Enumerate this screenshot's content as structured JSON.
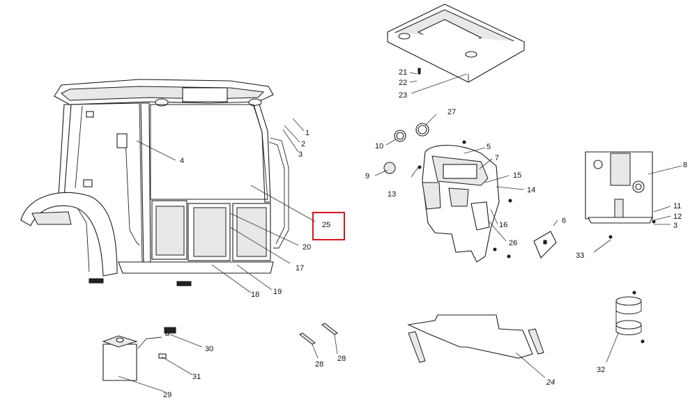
{
  "diagram": {
    "highlight_color": "#d9141c",
    "highlighted_callout": "25",
    "callouts": [
      "1",
      "2",
      "3",
      "4",
      "5",
      "6",
      "7",
      "8",
      "9",
      "10",
      "11",
      "12",
      "3",
      "13",
      "14",
      "15",
      "16",
      "17",
      "18",
      "19",
      "20",
      "21",
      "22",
      "23",
      "24",
      "25",
      "26",
      "27",
      "28",
      "28",
      "29",
      "30",
      "31",
      "32",
      "33"
    ]
  }
}
